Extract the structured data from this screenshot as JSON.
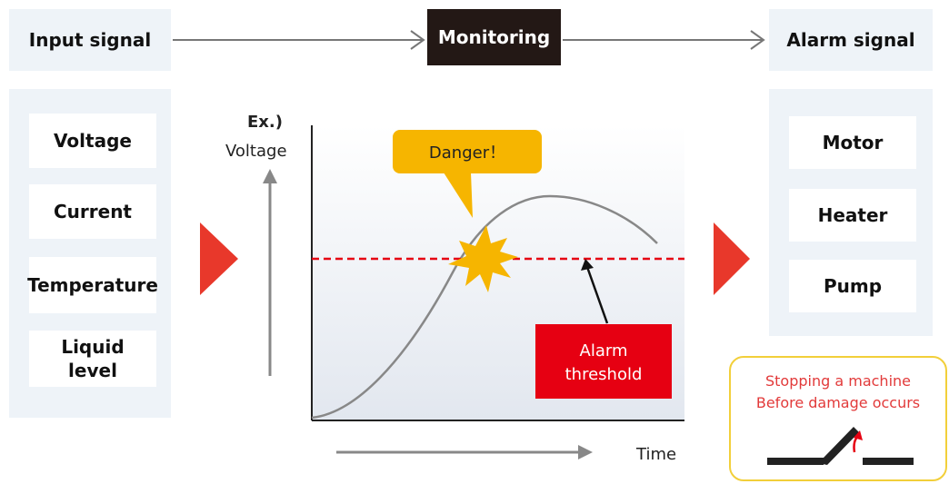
{
  "header": {
    "input": "Input signal",
    "monitoring": "Monitoring",
    "alarm": "Alarm signal"
  },
  "inputs": [
    "Voltage",
    "Current",
    "Temperature",
    "Liquid\nlevel"
  ],
  "outputs": [
    "Motor",
    "Heater",
    "Pump"
  ],
  "chart": {
    "ex_label": "Ex.)",
    "y_label": "Voltage",
    "x_label": "Time",
    "danger": "Danger！",
    "threshold_line1": "Alarm",
    "threshold_line2": "threshold"
  },
  "note": {
    "line1": "Stopping a machine",
    "line2": "Before damage occurs"
  },
  "colors": {
    "panel_bg": "#eef3f8",
    "monitor_bg": "#231815",
    "alarm_red": "#e60012",
    "arrow_red": "#e8382b",
    "danger_yellow": "#f6b500",
    "note_border": "#f2cf3a"
  }
}
